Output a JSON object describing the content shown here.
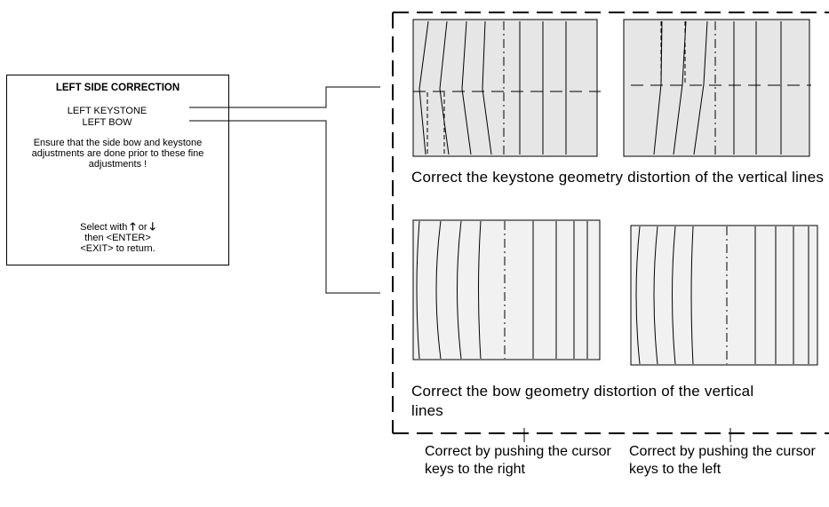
{
  "menu": {
    "title": "LEFT SIDE CORRECTION",
    "items": [
      "LEFT KEYSTONE",
      "LEFT BOW"
    ],
    "note": "Ensure that the side bow and keystone adjustments are done prior to these fine adjustments !",
    "select_prefix": "Select with",
    "select_or": "or",
    "up_arrow": "🡑",
    "down_arrow": "🡓",
    "then_enter": "then <ENTER>",
    "exit": "<EXIT> to return."
  },
  "captions": {
    "keystone": "Correct the keystone geometry distortion of the vertical lines",
    "bow": "Correct the bow geometry distortion of the vertical lines",
    "push_right": "Correct by pushing the cursor keys to the right",
    "push_left": "Correct by pushing the cursor keys to the left"
  },
  "colors": {
    "panel_fill": "#e6e6e6",
    "bow_fill": "#f1f1f1",
    "line": "#000000"
  }
}
